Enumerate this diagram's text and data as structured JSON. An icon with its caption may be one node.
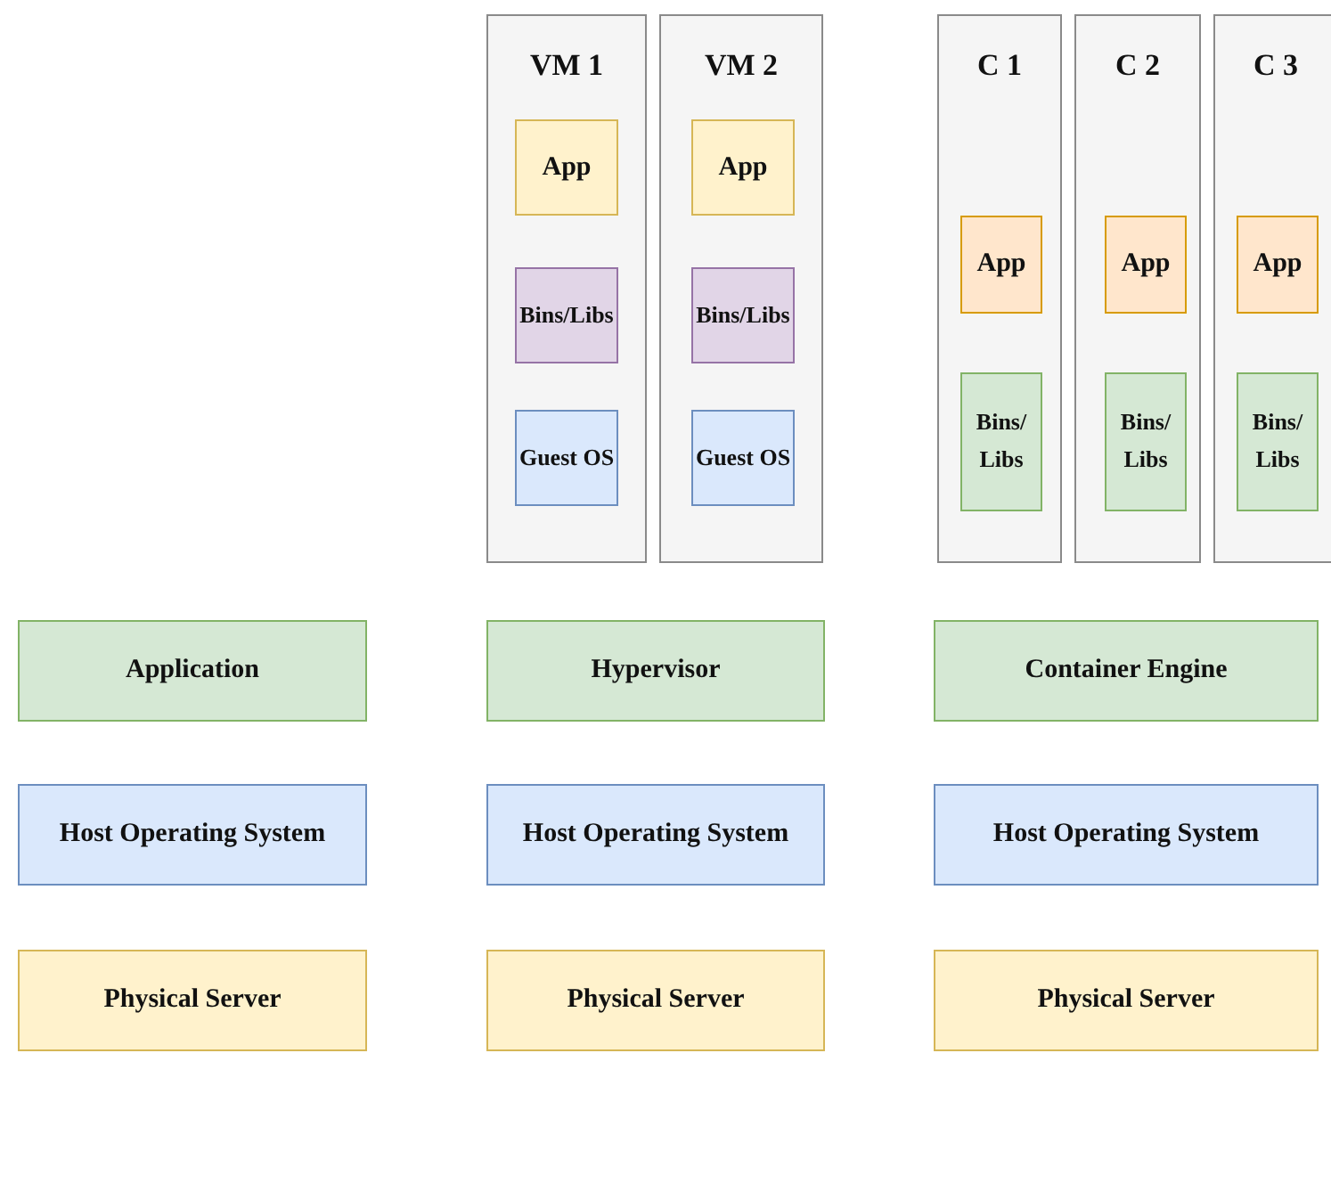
{
  "diagram": {
    "nodes": [
      {
        "text": [
          "VM 1"
        ]
      },
      {
        "text": [
          "App"
        ],
        "in": 0
      },
      {
        "text": [
          "Bins/Libs"
        ],
        "in": 0
      },
      {
        "text": [
          "Guest OS"
        ],
        "in": 0
      },
      {
        "text": [
          "VM 2"
        ]
      },
      {
        "text": [
          "App"
        ],
        "in": 4
      },
      {
        "text": [
          "Bins/Libs"
        ],
        "in": 4
      },
      {
        "text": [
          "Guest OS"
        ],
        "in": 4
      },
      {
        "text": [
          "C 1"
        ]
      },
      {
        "text": [
          "App"
        ],
        "in": 8
      },
      {
        "text": [
          "Bins/ Libs"
        ],
        "in": 8
      },
      {
        "text": [
          "C 2"
        ]
      },
      {
        "text": [
          "App"
        ],
        "in": 11
      },
      {
        "text": [
          "Bins/ Libs"
        ],
        "in": 11
      },
      {
        "text": [
          "C 3"
        ]
      },
      {
        "text": [
          "App"
        ],
        "in": 14
      },
      {
        "text": [
          "Bins/ Libs"
        ],
        "in": 14
      },
      {
        "text": [
          "Application"
        ]
      },
      {
        "text": [
          "Hypervisor"
        ]
      },
      {
        "text": [
          "Container Engine"
        ]
      },
      {
        "text": [
          "Host Operating System"
        ]
      },
      {
        "text": [
          "Host Operating System"
        ]
      },
      {
        "text": [
          "Host Operating System"
        ]
      },
      {
        "text": [
          "Physical Server"
        ]
      },
      {
        "text": [
          "Physical Server"
        ]
      },
      {
        "text": [
          "Physical Server"
        ]
      }
    ]
  }
}
